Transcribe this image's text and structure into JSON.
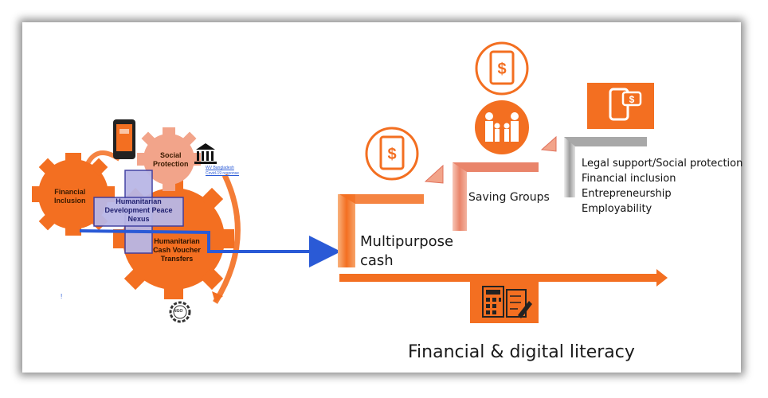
{
  "gears": {
    "financial_inclusion": "Financial\nInclusion",
    "social_protection": "Social\nProtection",
    "nexus": "Humanitarian\nDevelopment Peace\nNexus",
    "cash_transfers": "Humanitarian\nCash Voucher\nTransfers",
    "wv_note": "WV Bangladesh\nCovid-19 response",
    "ngo_badge": "NGO",
    "dot_marker": "!"
  },
  "stairs": {
    "step1": "Multipurpose\ncash",
    "step2": "Saving Groups",
    "step3_items": [
      "Legal support/Social protection",
      "Financial inclusion",
      "Entrepreneurship",
      "Employability"
    ]
  },
  "bottom_title": "Financial & digital literacy",
  "colors": {
    "orange": "#f36f21",
    "salmon": "#f2a48a",
    "blue": "#2a5ad6",
    "lilac": "#b9b7e6",
    "grey": "#c9c9c9"
  }
}
